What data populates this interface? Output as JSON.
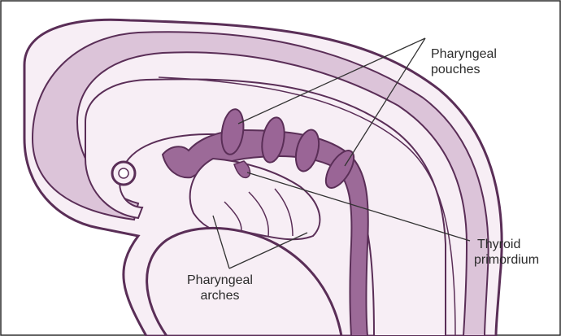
{
  "labels": {
    "pouches": {
      "line1": "Pharyngeal",
      "line2": "pouches"
    },
    "thyroid": {
      "line1": "Thyroid",
      "line2": "primordium"
    },
    "arches": {
      "line1": "Pharyngeal",
      "line2": "arches"
    }
  },
  "colors": {
    "background": "#ffffff",
    "frame": "#2a2a2a",
    "outline": "#5a2e57",
    "tissue_light": "#f7eef5",
    "tissue_medium": "#dcc4d9",
    "tissue_dark": "#9c6a98",
    "pouch_fill": "#9a6596",
    "leader_line": "#333333"
  }
}
